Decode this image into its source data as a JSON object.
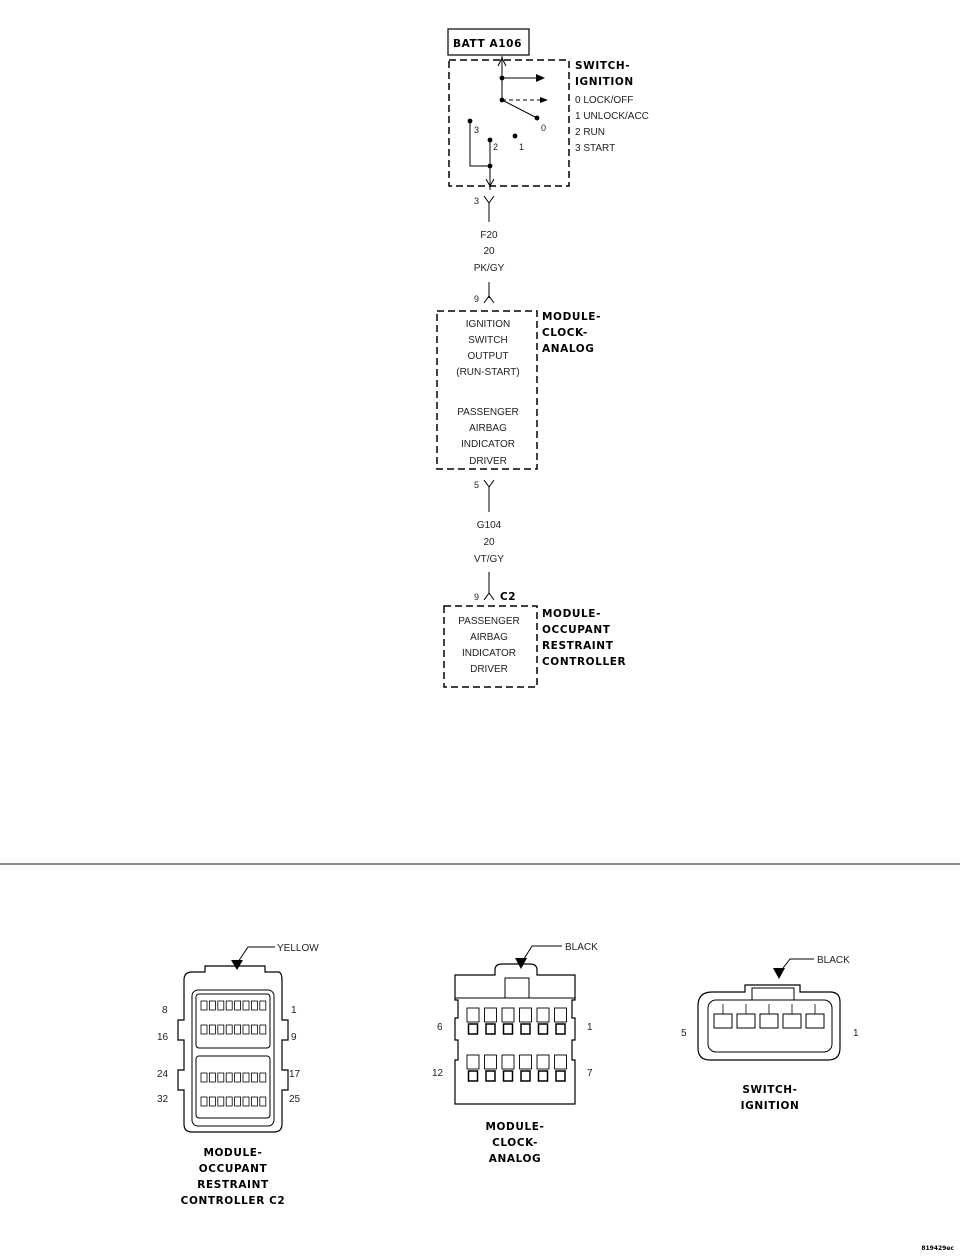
{
  "batt": "BATT A106",
  "switch_ignition": {
    "title": [
      "SWITCH-",
      "IGNITION"
    ],
    "positions": [
      "0 LOCK/OFF",
      "1 UNLOCK/ACC",
      "2 RUN",
      "3 START"
    ],
    "contacts": [
      "3",
      "2",
      "1",
      "0"
    ],
    "pin": "3"
  },
  "wire1": {
    "circuit": "F20",
    "gauge": "20",
    "color": "PK/GY"
  },
  "clock_pin_in": "9",
  "clock_module": {
    "title": [
      "MODULE-",
      "CLOCK-",
      "ANALOG"
    ],
    "lines": [
      "IGNITION",
      "SWITCH",
      "OUTPUT",
      "(RUN-START)",
      "",
      "PASSENGER",
      "AIRBAG",
      "INDICATOR",
      "DRIVER"
    ]
  },
  "clock_pin_out": "5",
  "wire2": {
    "circuit": "G104",
    "gauge": "20",
    "color": "VT/GY"
  },
  "orc_pin": "9",
  "orc_connector": "C2",
  "orc_module": {
    "title": [
      "MODULE-",
      "OCCUPANT",
      "RESTRAINT",
      "CONTROLLER"
    ],
    "lines": [
      "PASSENGER",
      "AIRBAG",
      "INDICATOR",
      "DRIVER"
    ]
  },
  "connectors": {
    "orc": {
      "color": "YELLOW",
      "pins_left": [
        "8",
        "16",
        "24",
        "32"
      ],
      "pins_right": [
        "1",
        "9",
        "17",
        "25"
      ],
      "title": [
        "MODULE-",
        "OCCUPANT",
        "RESTRAINT",
        "CONTROLLER C2"
      ]
    },
    "clock": {
      "color": "BLACK",
      "pins_left": [
        "6",
        "12"
      ],
      "pins_right": [
        "1",
        "7"
      ],
      "title": [
        "MODULE-",
        "CLOCK-",
        "ANALOG"
      ]
    },
    "ignition": {
      "color": "BLACK",
      "pin_left": "5",
      "pin_right": "1",
      "title": [
        "SWITCH-",
        "IGNITION"
      ]
    }
  },
  "figure_id": "819429ec"
}
